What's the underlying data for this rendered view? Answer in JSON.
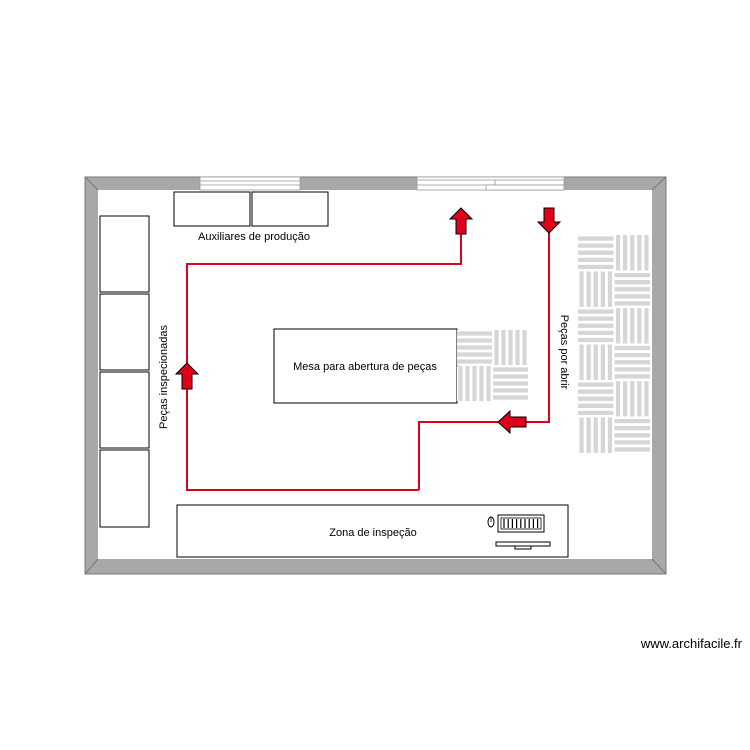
{
  "labels": {
    "auxiliares": "Auxiliares de produção",
    "mesa": "Mesa para abertura de peças",
    "pecas_inspecionadas": "Peças inspecionadas",
    "pecas_por_abrir": "Peças por abrir",
    "zona_inspecao": "Zona de inspeção"
  },
  "credit": "www.archifacile.fr",
  "colors": {
    "wall": "#a8a8a8",
    "flow": "#e0001a",
    "pallet": "#d6d6d6",
    "outline": "#000000"
  },
  "icons": [
    "up-arrow-icon",
    "down-arrow-icon",
    "left-arrow-icon",
    "keyboard-icon",
    "mouse-icon",
    "monitor-icon"
  ]
}
